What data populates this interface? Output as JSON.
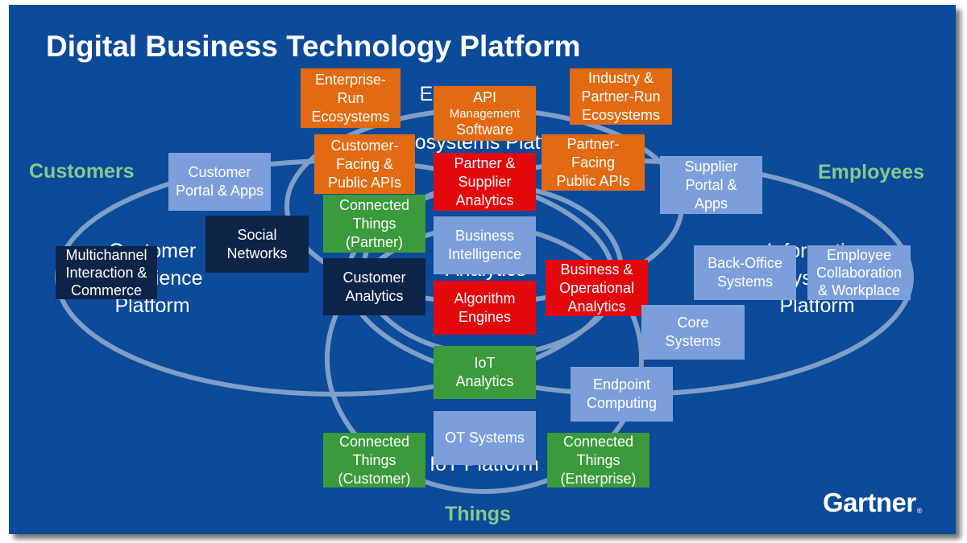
{
  "title": "Digital Business Technology Platform",
  "groups": {
    "customers": "Customers",
    "employees": "Employees",
    "things": "Things"
  },
  "platforms": {
    "customer": "Customer\nExperience\nPlatform",
    "ecosystems": "Ecosystems Platform",
    "ecosystems_top": "Ecosystems",
    "analytics": "Analytics",
    "information": "Information\nSystems\nPlatform",
    "iot": "IoT Platform"
  },
  "boxes": {
    "enterprise_run": "Enterprise-\nRun\nEcosystems",
    "api_mgmt_top": "API",
    "api_mgmt_mid": "Management",
    "api_mgmt_bottom": "Software",
    "industry_partner": "Industry &\nPartner-Run\nEcosystems",
    "customer_facing": "Customer-\nFacing &\nPublic APIs",
    "partner_supplier": "Partner &\nSupplier\nAnalytics",
    "partner_facing": "Partner-\nFacing\nPublic APIs",
    "customer_portal": "Customer\nPortal & Apps",
    "supplier_portal": "Supplier\nPortal &\nApps",
    "connected_partner": "Connected\nThings\n(Partner)",
    "social": "Social\nNetworks",
    "business_intel": "Business\nIntelligence",
    "multichannel": "Multichannel\nInteraction &\nCommerce",
    "customer_analytics": "Customer\nAnalytics",
    "business_operational": "Business &\nOperational\nAnalytics",
    "back_office": "Back-Office\nSystems",
    "employee_collab": "Employee\nCollaboration\n& Workplace",
    "algorithm": "Algorithm\nEngines",
    "core_systems": "Core\nSystems",
    "iot_analytics": "IoT\nAnalytics",
    "endpoint": "Endpoint\nComputing",
    "ot_systems": "OT Systems",
    "connected_customer": "Connected\nThings\n(Customer)",
    "connected_enterprise": "Connected\nThings\n(Enterprise)"
  },
  "logo": {
    "text": "Gartner",
    "mark": "®"
  },
  "colors": {
    "background": "#0c4a9a",
    "orange": "#e26a12",
    "red": "#e3080c",
    "green": "#3b9a3b",
    "light_blue": "#7c9fdb",
    "navy": "#0d2448",
    "group_label": "#86c98a",
    "ellipse_stroke": "#7f9fc8"
  }
}
